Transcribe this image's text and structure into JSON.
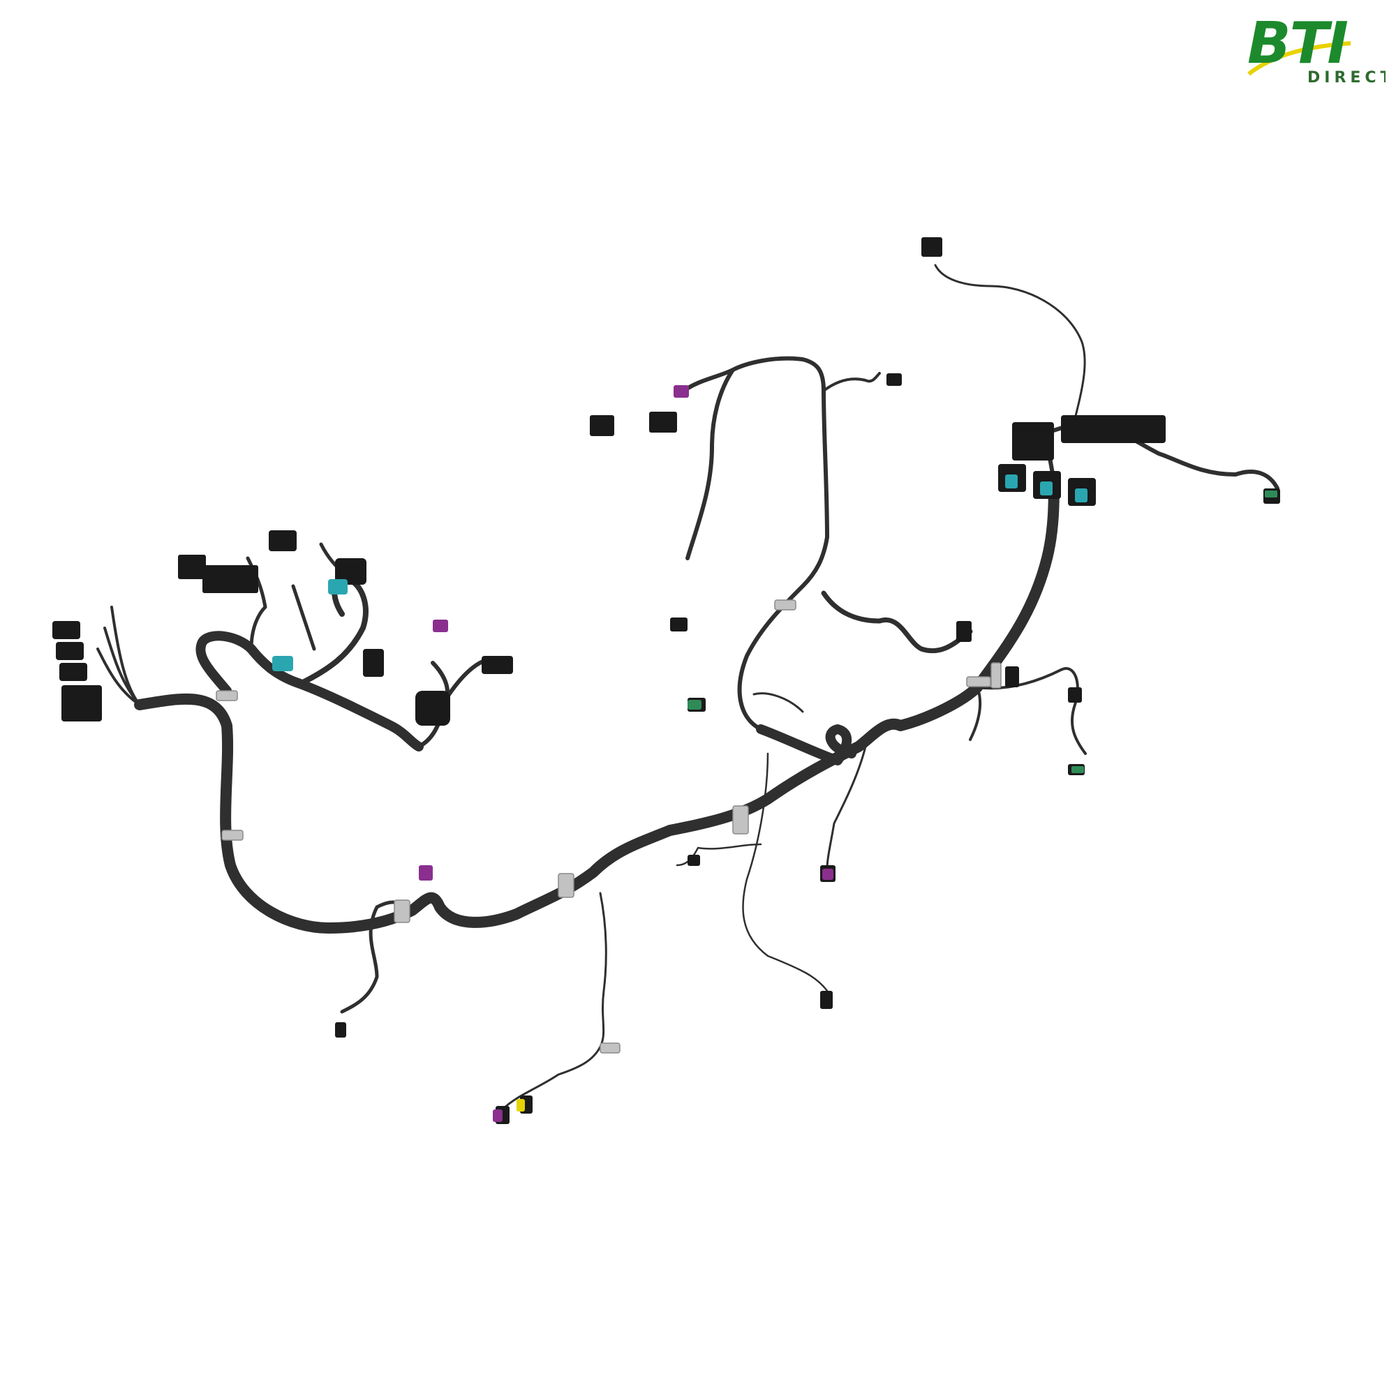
{
  "logo": {
    "brand": "BTI",
    "sub": "DIRECT",
    "colors": {
      "green": "#1c8a2c",
      "yellow": "#e8d200",
      "dark": "#2f6b2f"
    }
  },
  "image": {
    "subject": "wiring-harness",
    "colors": {
      "harness": "#2f2f2f",
      "connector": "#1a1a1a",
      "clamp": "#b8b8b8",
      "teal": "#2aa6b0",
      "purple": "#8a2f8e",
      "green": "#2e8b57",
      "yellow": "#e5d400"
    }
  }
}
